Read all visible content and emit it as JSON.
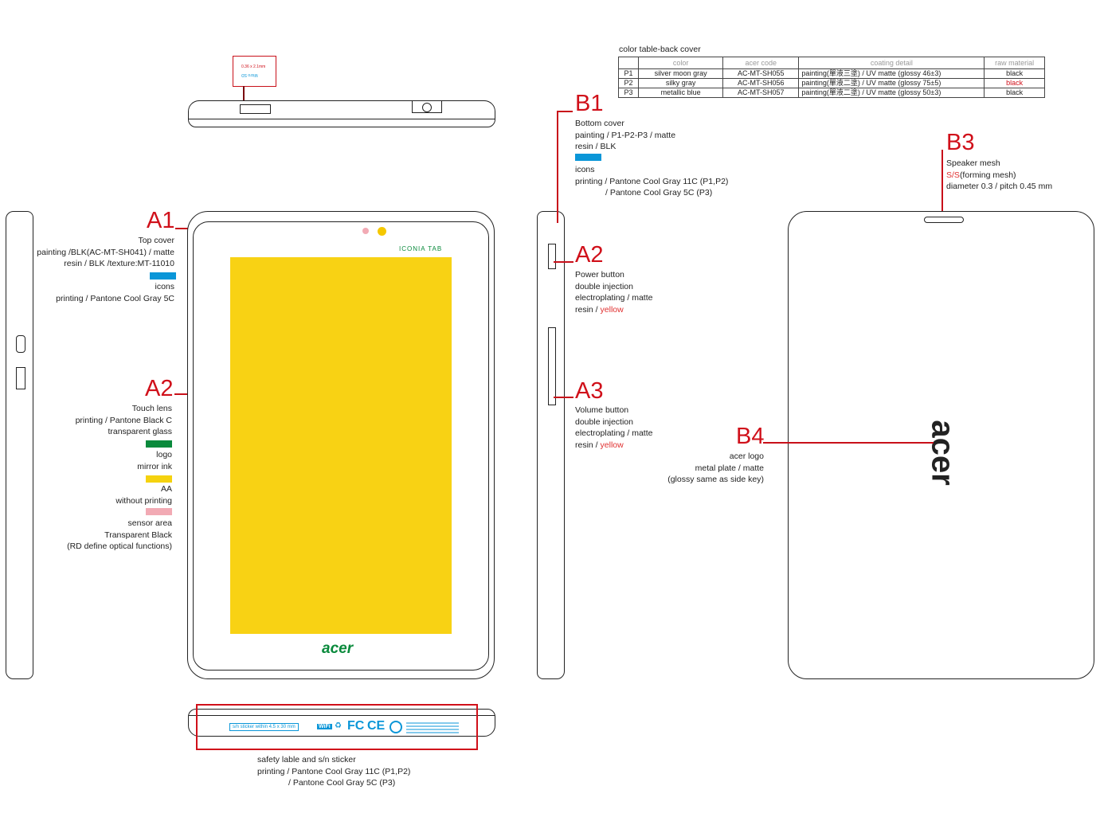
{
  "color_table": {
    "title": "color table-back cover",
    "headers": [
      "",
      "color",
      "acer code",
      "coating detail",
      "raw material"
    ],
    "rows": [
      {
        "id": "P1",
        "color": "silver moon gray",
        "code": "AC-MT-SH055",
        "coating": "painting(單液三塗) / UV matte (glossy 46±3)",
        "raw": "black"
      },
      {
        "id": "P2",
        "color": "silky gray",
        "code": "AC-MT-SH056",
        "coating": "painting(單液二塗) / UV matte (glossy 75±5)",
        "raw": "black"
      },
      {
        "id": "P3",
        "color": "metallic blue",
        "code": "AC-MT-SH057",
        "coating": "painting(單液二塗) / UV matte (glossy 50±3)",
        "raw": "black"
      }
    ]
  },
  "top_edge": {
    "sticker_size": "0.36 x 2.1mm",
    "slot_label": "Micro SD"
  },
  "front": {
    "brand_logo": "acer",
    "product_logo": "ICONIA TAB"
  },
  "A1": {
    "label": "A1",
    "lines": [
      "Top cover",
      "painting /BLK(AC-MT-SH041) / matte",
      "resin / BLK /texture:MT-11010"
    ],
    "swatch": "#0a96d8",
    "icons_lines": [
      "icons",
      "printing / Pantone Cool Gray 5C"
    ]
  },
  "A2_front": {
    "label": "A2",
    "lines": [
      "Touch lens",
      "printing / Pantone Black C",
      "transparent glass"
    ],
    "items": [
      {
        "swatch": "#0a8a3c",
        "lines": [
          "logo",
          "mirror ink"
        ]
      },
      {
        "swatch": "#f5d20f",
        "lines": [
          "AA",
          "without printing"
        ]
      },
      {
        "swatch": "#f2aab4",
        "lines": [
          "sensor area",
          "Transparent Black",
          "(RD define optical functions)"
        ]
      }
    ]
  },
  "B1": {
    "label": "B1",
    "lines": [
      "Bottom cover",
      "painting / P1-P2-P3 / matte",
      "resin / BLK"
    ],
    "swatch": "#0a96d8",
    "icons_lines": [
      "icons",
      "printing / Pantone Cool Gray 11C (P1,P2)",
      "/ Pantone Cool Gray 5C (P3)"
    ]
  },
  "A2_side": {
    "label": "A2",
    "lines": [
      "Power button",
      "double injection",
      "electroplating / matte"
    ],
    "resin": "resin / ",
    "color": "yellow"
  },
  "A3": {
    "label": "A3",
    "lines": [
      "Volume button",
      "double injection",
      "electroplating / matte"
    ],
    "resin": "resin / ",
    "color": "yellow"
  },
  "B3": {
    "label": "B3",
    "lines": [
      "Speaker mesh"
    ],
    "ss": "S/S",
    "ss_rest": "(forming mesh)",
    "dim": "diameter 0.3 / pitch 0.45 mm"
  },
  "B4": {
    "label": "B4",
    "lines": [
      "acer logo",
      "metal plate / matte",
      "(glossy same as side key)"
    ],
    "logo": "acer"
  },
  "bottom_edge": {
    "sn_sticker": "s/n sticker within 4.5 x 30 mm",
    "wifi": "WiFi",
    "fc": "FC",
    "ce": "CE",
    "caption": [
      "safety lable and s/n sticker",
      "printing / Pantone Cool Gray 11C (P1,P2)",
      "/ Pantone Cool Gray 5C (P3)"
    ]
  }
}
